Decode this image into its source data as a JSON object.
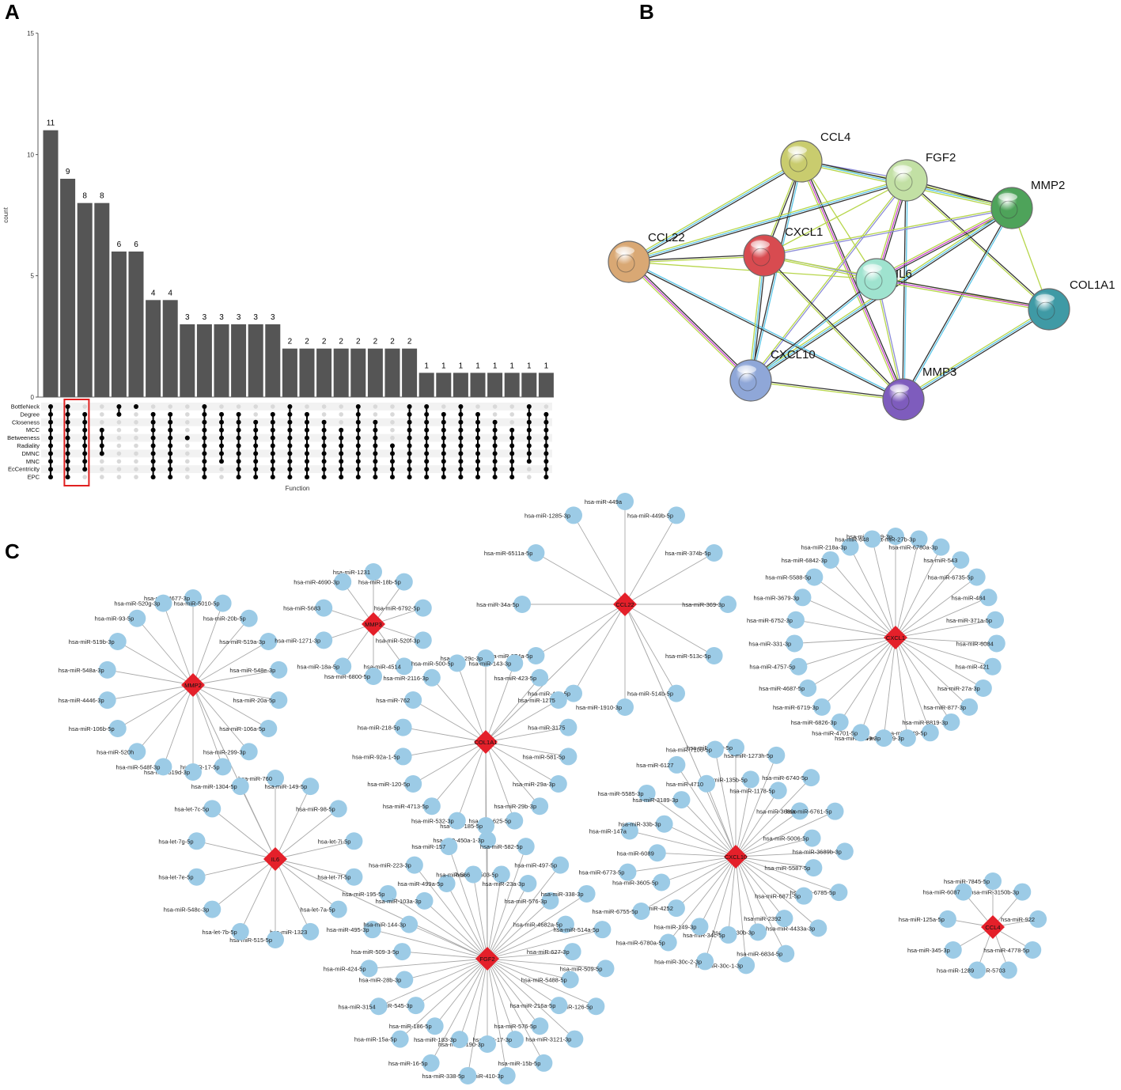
{
  "panels": {
    "a": "A",
    "b": "B",
    "c": "C"
  },
  "chart_data": {
    "type": "bar",
    "title": "",
    "ylabel": "count",
    "xlabel": "Function",
    "ylim": [
      0,
      15
    ],
    "yticks": [
      0,
      5,
      10,
      15
    ],
    "values": [
      11,
      9,
      8,
      8,
      6,
      6,
      4,
      4,
      3,
      3,
      3,
      3,
      3,
      3,
      2,
      2,
      2,
      2,
      2,
      2,
      2,
      2,
      1,
      1,
      1,
      1,
      1,
      1,
      1,
      1
    ],
    "sets": [
      "BottleNeck",
      "Degree",
      "Closeness",
      "MCC",
      "Betweeness",
      "Radiality",
      "DMNC",
      "MNC",
      "EcCentricity",
      "EPC"
    ],
    "highlighted_column": 2
  },
  "ppi": {
    "nodes": [
      {
        "id": "CCL4",
        "color": "#c9cc6e"
      },
      {
        "id": "FGF2",
        "color": "#c2e0a4"
      },
      {
        "id": "MMP2",
        "color": "#4ea35a"
      },
      {
        "id": "CCL22",
        "color": "#d9a874"
      },
      {
        "id": "CXCL1",
        "color": "#d84b50"
      },
      {
        "id": "IL6",
        "color": "#9fe3cf"
      },
      {
        "id": "COL1A1",
        "color": "#3f9aa5"
      },
      {
        "id": "CXCL10",
        "color": "#8fa7d8"
      },
      {
        "id": "MMP3",
        "color": "#7e5cbd"
      }
    ]
  },
  "network": {
    "hubs": [
      {
        "name": "MMP2",
        "mirnas": [
          "hsa-miR-4677-3p",
          "hsa-miR-5010-5p",
          "hsa-miR-20b-5p",
          "hsa-miR-519a-3p",
          "hsa-miR-548e-3p",
          "hsa-miR-20a-5p",
          "hsa-miR-106a-5p",
          "hsa-miR-299-3p",
          "hsa-miR-17-5p",
          "hsa-miR-519d-3p",
          "hsa-miR-548f-3p",
          "hsa-miR-520h",
          "hsa-miR-106b-5p",
          "hsa-miR-4446-3p",
          "hsa-miR-548a-3p",
          "hsa-miR-519b-3p",
          "hsa-miR-93-5p",
          "hsa-miR-520g-3p"
        ]
      },
      {
        "name": "MMP3",
        "mirnas": [
          "hsa-miR-1231",
          "hsa-miR-18b-5p",
          "hsa-miR-6792-5p",
          "hsa-miR-520f-3p",
          "hsa-miR-4514",
          "hsa-miR-6800-5p",
          "hsa-miR-18a-5p",
          "hsa-miR-1271-3p",
          "hsa-miR-5683",
          "hsa-miR-4690-3p"
        ]
      },
      {
        "name": "CCL22",
        "mirnas": [
          "hsa-miR-449a",
          "hsa-miR-449b-5p",
          "hsa-miR-374b-5p",
          "hsa-miR-369-3p",
          "hsa-miR-513c-5p",
          "hsa-miR-514b-5p",
          "hsa-miR-1910-3p",
          "hsa-miR-485-5p",
          "hsa-miR-374a-5p",
          "hsa-miR-34a-5p",
          "hsa-miR-6511a-5p",
          "hsa-miR-1285-3p"
        ]
      },
      {
        "name": "CXCL1",
        "mirnas": [
          "hsa-miR-4799-3p",
          "hsa-miR-27b-3p",
          "hsa-miR-6780a-3p",
          "hsa-miR-543",
          "hsa-miR-6735-5p",
          "hsa-miR-484",
          "hsa-miR-371a-5p",
          "hsa-miR-6084",
          "hsa-miR-421",
          "hsa-miR-27a-3p",
          "hsa-miR-877-3p",
          "hsa-miR-8819-3p",
          "hsa-miR-149-5p",
          "hsa-miR-6779-3p",
          "hsa-miR-6849-3p",
          "hsa-miR-4701-5p",
          "hsa-miR-6826-3p",
          "hsa-miR-6719-3p",
          "hsa-miR-4687-5p",
          "hsa-miR-4757-5p",
          "hsa-miR-331-3p",
          "hsa-miR-6752-3p",
          "hsa-miR-3679-3p",
          "hsa-miR-5588-5p",
          "hsa-miR-6842-3p",
          "hsa-miR-218a-3p",
          "hsa-miR-648"
        ]
      },
      {
        "name": "COL1A1",
        "mirnas": [
          "hsa-miR-29c-3p",
          "hsa-miR-143-3p",
          "hsa-miR-423-5p",
          "hsa-miR-1275",
          "hsa-miR-3175",
          "hsa-miR-581-5p",
          "hsa-miR-29a-3p",
          "hsa-miR-29b-3p",
          "hsa-miR-625-5p",
          "hsa-miR-185-5p",
          "hsa-miR-532-3p",
          "hsa-miR-4713-5p",
          "hsa-miR-120-5p",
          "hsa-miR-92a-1-5p",
          "hsa-miR-218-5p",
          "hsa-miR-762",
          "hsa-miR-2116-3p",
          "hsa-miR-500-5p"
        ]
      },
      {
        "name": "IL6",
        "mirnas": [
          "hsa-miR-760",
          "hsa-miR-149-5p",
          "hsa-miR-98-5p",
          "hsa-let-7i-5p",
          "hsa-let-7f-5p",
          "hsa-let-7a-5p",
          "hsa-miR-1323",
          "hsa-miR-515-5p",
          "hsa-let-7b-5p",
          "hsa-miR-548c-3p",
          "hsa-let-7e-5p",
          "hsa-let-7g-5p",
          "hsa-let-7c-5p",
          "hsa-miR-1304-5p"
        ]
      },
      {
        "name": "CXCL10",
        "mirnas": [
          "hsa-miR-6779-5p",
          "hsa-miR-135b-5p",
          "hsa-miR-1273h-5p",
          "hsa-miR-1178-5p",
          "hsa-miR-6740-5p",
          "hsa-miR-3689c",
          "hsa-miR-6761-5p",
          "hsa-miR-5006-5p",
          "hsa-miR-3689b-3p",
          "hsa-miR-5587-5p",
          "hsa-miR-6785-5p",
          "hsa-miR-6871-5p",
          "hsa-miR-4433a-3p",
          "hsa-miR-2392",
          "hsa-miR-6834-5p",
          "hsa-miR-30b-3p",
          "hsa-miR-30c-1-3p",
          "hsa-miR-34c-5p",
          "hsa-miR-30c-2-3p",
          "hsa-miR-149-3p",
          "hsa-miR-6780a-5p",
          "hsa-miR-4252",
          "hsa-miR-6755-5p",
          "hsa-miR-3605-5p",
          "hsa-miR-6773-5p",
          "hsa-miR-6089",
          "hsa-miR-147a",
          "hsa-miR-33b-3p",
          "hsa-miR-5585-3p",
          "hsa-miR-3189-3p",
          "hsa-miR-6127",
          "hsa-miR-4710",
          "hsa-miR-7106-5p"
        ]
      },
      {
        "name": "FGF2",
        "mirnas": [
          "hsa-miR-450a-1-3p",
          "hsa-miR-503-5p",
          "hsa-miR-582-5p",
          "hsa-miR-23a-3p",
          "hsa-miR-497-5p",
          "hsa-miR-576-3p",
          "hsa-miR-338-3p",
          "hsa-miR-4682a-5p",
          "hsa-miR-514a-5p",
          "hsa-miR-627-3p",
          "hsa-miR-509-5p",
          "hsa-miR-5488-5p",
          "hsa-miR-126-5p",
          "hsa-miR-216a-5p",
          "hsa-miR-3121-3p",
          "hsa-miR-576-5p",
          "hsa-miR-15b-5p",
          "hsa-miR-17-3p",
          "hsa-miR-410-3p",
          "hsa-miR-3190-3p",
          "hsa-miR-338-5p",
          "hsa-miR-183-3p",
          "hsa-miR-16-5p",
          "hsa-miR-186-5p",
          "hsa-miR-15a-5p",
          "hsa-miR-545-3p",
          "hsa-miR-3154",
          "hsa-miR-28b-3p",
          "hsa-miR-424-5p",
          "hsa-miR-509-3-5p",
          "hsa-miR-495-3p",
          "hsa-miR-144-3p",
          "hsa-miR-195-5p",
          "hsa-miR-103a-3p",
          "hsa-miR-223-3p",
          "hsa-miR-499a-5p",
          "hsa-miR-157",
          "hsa-miR-566"
        ]
      },
      {
        "name": "CCL4",
        "mirnas": [
          "hsa-miR-7845-5p",
          "hsa-miR-3150b-3p",
          "hsa-miR-922",
          "hsa-miR-4778-5p",
          "hsa-miR-5703",
          "hsa-miR-1289",
          "hsa-miR-345-3p",
          "hsa-miR-125a-5p",
          "hsa-miR-6087"
        ]
      }
    ]
  }
}
